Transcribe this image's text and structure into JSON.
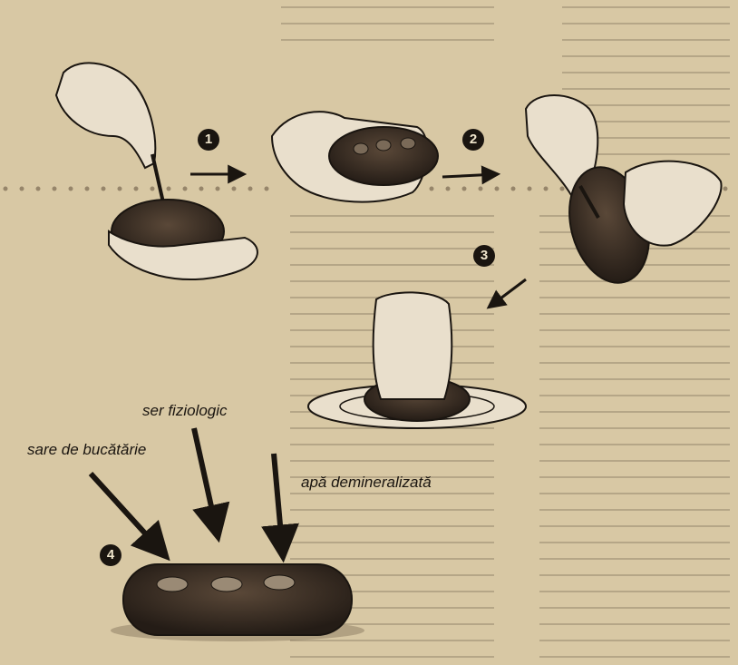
{
  "steps": [
    {
      "number": "1"
    },
    {
      "number": "2"
    },
    {
      "number": "3"
    },
    {
      "number": "4"
    }
  ],
  "labels": {
    "salt": "sare de bucătărie",
    "saline": "ser fiziologic",
    "water": "apă demineralizată"
  },
  "colors": {
    "paper": "#d8c8a4",
    "ink": "#1a1510",
    "potato": "#3a2e24",
    "hand": "#e9dfcc"
  }
}
